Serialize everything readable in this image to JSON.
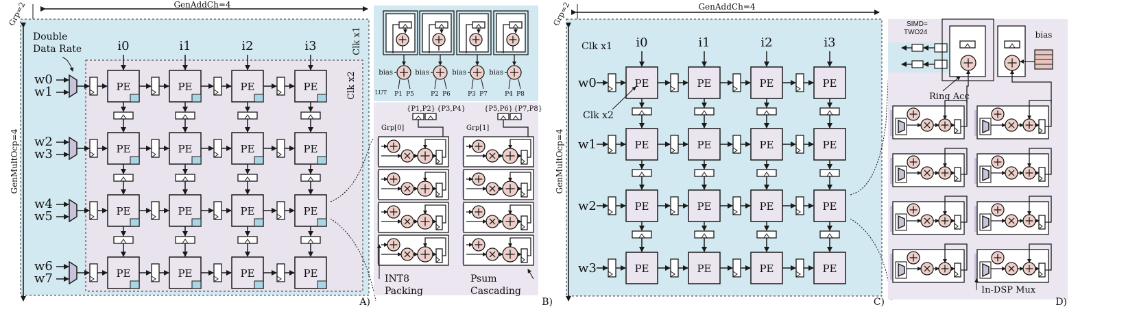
{
  "panel_a": {
    "grp": "Grp=2",
    "gen_add_ch": "GenAddCh=4",
    "gen_mult_ocp": "GenMultOcp=4",
    "double_data_rate_1": "Double",
    "double_data_rate_2": "Data Rate",
    "clk_x1": "Clk x1",
    "clk_x2": "Clk x2",
    "inputs": [
      "i0",
      "i1",
      "i2",
      "i3"
    ],
    "weight_pairs": [
      [
        "w0",
        "w1"
      ],
      [
        "w2",
        "w3"
      ],
      [
        "w4",
        "w5"
      ],
      [
        "w6",
        "w7"
      ]
    ],
    "pe_label": "PE",
    "corner": "A)"
  },
  "panel_b": {
    "bias": "bias",
    "lut": "LUT",
    "outputs": [
      [
        "P1",
        "P5"
      ],
      [
        "P2",
        "P6"
      ],
      [
        "P3",
        "P7"
      ],
      [
        "P4",
        "P8"
      ]
    ],
    "pair_labels": [
      "{P1,P2}",
      "{P3,P4}",
      "{P5,P6}",
      "{P7,P8}"
    ],
    "groups": [
      "Grp[0]",
      "Grp[1]"
    ],
    "int8_1": "INT8",
    "int8_2": "Packing",
    "psum_1": "Psum",
    "psum_2": "Cascading",
    "corner": "B)"
  },
  "panel_c": {
    "grp": "Grp=2",
    "gen_add_ch": "GenAddCh=4",
    "gen_mult_ocp": "GenMultOcp=4",
    "clk_x1": "Clk x1",
    "clk_x2": "Clk x2",
    "inputs": [
      "i0",
      "i1",
      "i2",
      "i3"
    ],
    "weights": [
      "w0",
      "w1",
      "w2",
      "w3"
    ],
    "pe_label": "PE",
    "corner": "C)"
  },
  "panel_d": {
    "simd_1": "SIMD=",
    "simd_2": "TWO24",
    "bias": "bias",
    "ring_acc": "Ring Acc",
    "in_dsp_mux": "In-DSP Mux",
    "corner": "D)"
  },
  "colors": {
    "clk_x1_fill": "#d3e9f1",
    "clk_x2_fill": "#e9e3ee",
    "pe_fill": "#ebe5ef",
    "pe_corner": "#a9d6e4",
    "adder_fill": "#efcfc9",
    "mux_fill": "#c8c2da",
    "stroke": "#1a1a1a"
  }
}
